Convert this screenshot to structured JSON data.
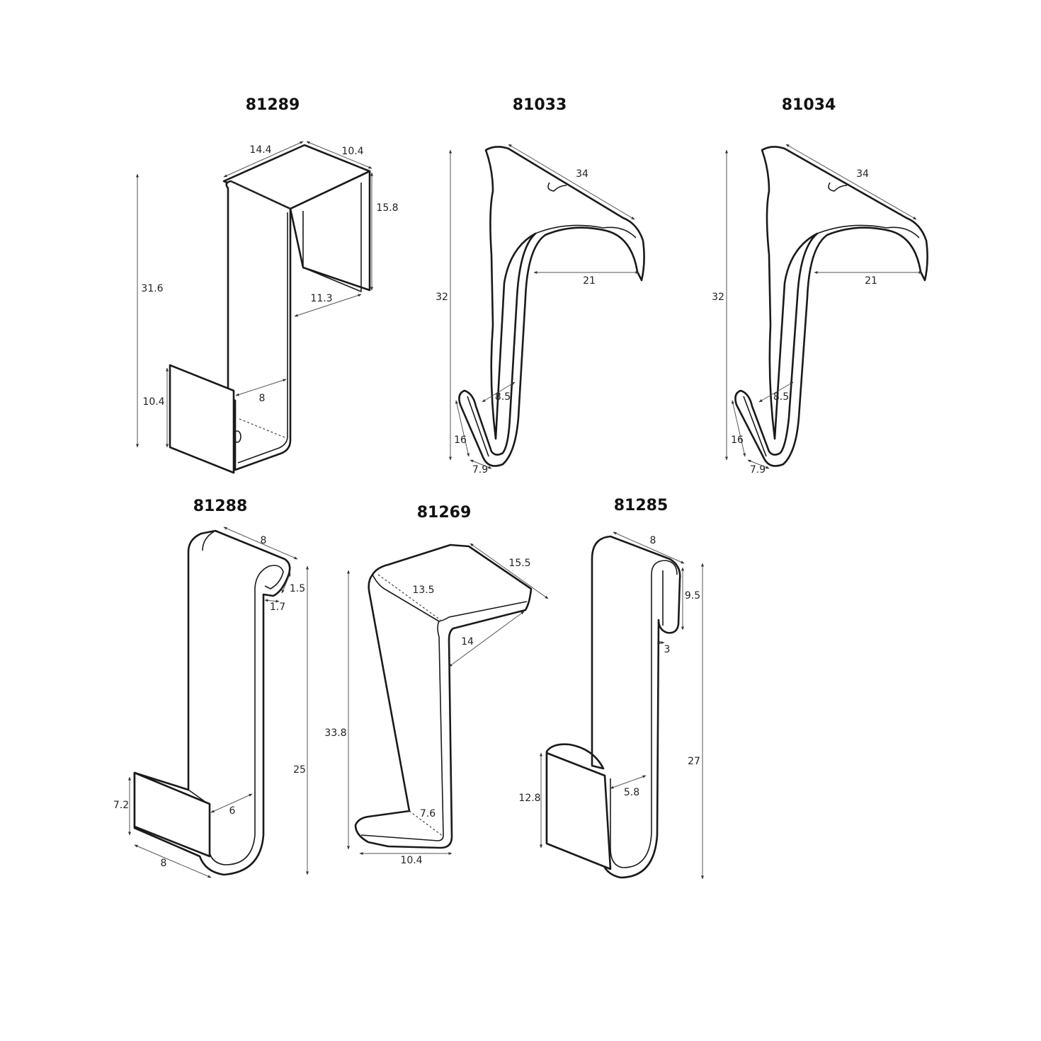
{
  "hooks": [
    {
      "id": "81289",
      "dimensions": [
        "14.4",
        "10.4",
        "15.8",
        "31.6",
        "11.3",
        "8",
        "10.4"
      ]
    },
    {
      "id": "81033",
      "dimensions": [
        "34",
        "21",
        "32",
        "8.5",
        "16",
        "7.9"
      ]
    },
    {
      "id": "81034",
      "dimensions": [
        "34",
        "21",
        "32",
        "8.5",
        "16",
        "7.9"
      ]
    },
    {
      "id": "81288",
      "dimensions": [
        "8",
        "1.5",
        "1.7",
        "25",
        "7.2",
        "6",
        "8"
      ]
    },
    {
      "id": "81269",
      "dimensions": [
        "15.5",
        "13.5",
        "14",
        "33.8",
        "7.6",
        "10.4"
      ]
    },
    {
      "id": "81285",
      "dimensions": [
        "8",
        "9.5",
        "3",
        "27",
        "12.8",
        "5.8"
      ]
    }
  ],
  "colors": {
    "line": "#1a1a1a",
    "dimension_line": "#555555",
    "background": "#ffffff"
  }
}
